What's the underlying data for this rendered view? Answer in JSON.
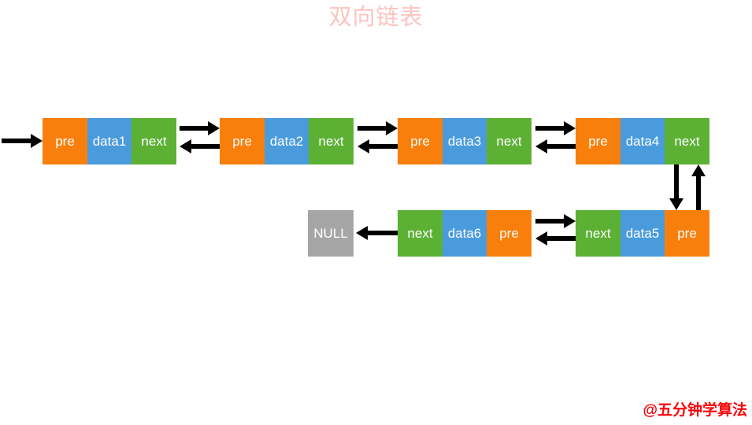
{
  "title": "双向链表",
  "watermark": "@五分钟学算法",
  "colors": {
    "pre": "#f97f0c",
    "data": "#4a9bdc",
    "next": "#5cb134",
    "null": "#a6a6a6",
    "title": "#fbc4c0",
    "watermark": "#fb0007",
    "arrow": "#000000",
    "background": "#ffffff"
  },
  "labels": {
    "pre": "pre",
    "next": "next",
    "null": "NULL"
  },
  "nodes": [
    {
      "id": "node-1",
      "row": "top",
      "cells": [
        {
          "kind": "pre",
          "label": "pre"
        },
        {
          "kind": "data",
          "label": "data1"
        },
        {
          "kind": "next",
          "label": "next"
        }
      ]
    },
    {
      "id": "node-2",
      "row": "top",
      "cells": [
        {
          "kind": "pre",
          "label": "pre"
        },
        {
          "kind": "data",
          "label": "data2"
        },
        {
          "kind": "next",
          "label": "next"
        }
      ]
    },
    {
      "id": "node-3",
      "row": "top",
      "cells": [
        {
          "kind": "pre",
          "label": "pre"
        },
        {
          "kind": "data",
          "label": "data3"
        },
        {
          "kind": "next",
          "label": "next"
        }
      ]
    },
    {
      "id": "node-4",
      "row": "top",
      "cells": [
        {
          "kind": "pre",
          "label": "pre"
        },
        {
          "kind": "data",
          "label": "data4"
        },
        {
          "kind": "next",
          "label": "next"
        }
      ]
    },
    {
      "id": "node-5",
      "row": "bottom",
      "cells": [
        {
          "kind": "next",
          "label": "next"
        },
        {
          "kind": "data",
          "label": "data5"
        },
        {
          "kind": "pre",
          "label": "pre"
        }
      ]
    },
    {
      "id": "node-6",
      "row": "bottom",
      "cells": [
        {
          "kind": "next",
          "label": "next"
        },
        {
          "kind": "data",
          "label": "data6"
        },
        {
          "kind": "pre",
          "label": "pre"
        }
      ]
    },
    {
      "id": "null-terminator",
      "row": "bottom",
      "cells": [
        {
          "kind": "null",
          "label": "NULL"
        }
      ]
    }
  ],
  "node_labels": {
    "n1": {
      "pre": "pre",
      "data": "data1",
      "next": "next"
    },
    "n2": {
      "pre": "pre",
      "data": "data2",
      "next": "next"
    },
    "n3": {
      "pre": "pre",
      "data": "data3",
      "next": "next"
    },
    "n4": {
      "pre": "pre",
      "data": "data4",
      "next": "next"
    },
    "n5": {
      "next": "next",
      "data": "data5",
      "pre": "pre"
    },
    "n6": {
      "next": "next",
      "data": "data6",
      "pre": "pre"
    },
    "nullbox": {
      "label": "NULL"
    }
  }
}
